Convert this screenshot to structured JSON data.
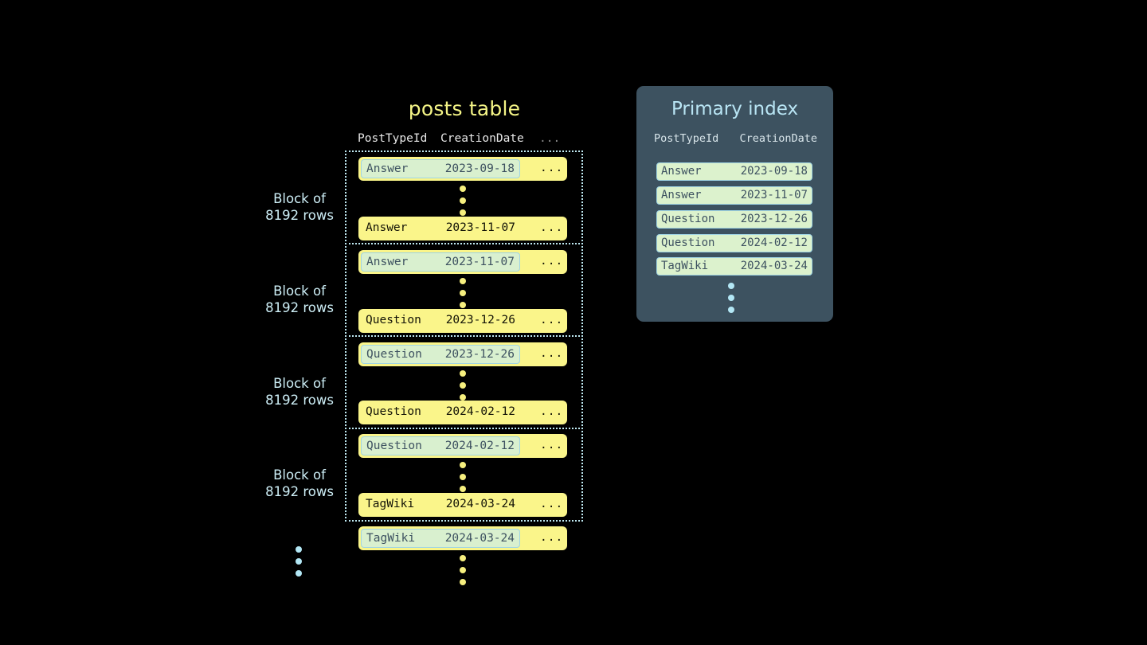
{
  "posts_table": {
    "title": "posts table",
    "columns": [
      "PostTypeId",
      "CreationDate"
    ],
    "ellipsis_column": "...",
    "blocks": [
      {
        "label_line1": "Block of",
        "label_line2": "8192 rows",
        "first_row": {
          "type": "Answer",
          "date": "2023-09-18",
          "ellipsis": "...",
          "highlight": true
        },
        "last_row": {
          "type": "Answer",
          "date": "2023-11-07",
          "ellipsis": "...",
          "highlight": false
        }
      },
      {
        "label_line1": "Block of",
        "label_line2": "8192 rows",
        "first_row": {
          "type": "Answer",
          "date": "2023-11-07",
          "ellipsis": "...",
          "highlight": true
        },
        "last_row": {
          "type": "Question",
          "date": "2023-12-26",
          "ellipsis": "...",
          "highlight": false
        }
      },
      {
        "label_line1": "Block of",
        "label_line2": "8192 rows",
        "first_row": {
          "type": "Question",
          "date": "2023-12-26",
          "ellipsis": "...",
          "highlight": true
        },
        "last_row": {
          "type": "Question",
          "date": "2024-02-12",
          "ellipsis": "...",
          "highlight": false
        }
      },
      {
        "label_line1": "Block of",
        "label_line2": "8192 rows",
        "first_row": {
          "type": "Question",
          "date": "2024-02-12",
          "ellipsis": "...",
          "highlight": true
        },
        "last_row": {
          "type": "TagWiki",
          "date": "2024-03-24",
          "ellipsis": "...",
          "highlight": false
        }
      }
    ],
    "trailing_row": {
      "type": "TagWiki",
      "date": "2024-03-24",
      "ellipsis": "...",
      "highlight": true
    }
  },
  "primary_index": {
    "title": "Primary index",
    "columns": [
      "PostTypeId",
      "CreationDate"
    ],
    "rows": [
      {
        "type": "Answer",
        "date": "2023-09-18"
      },
      {
        "type": "Answer",
        "date": "2023-11-07"
      },
      {
        "type": "Question",
        "date": "2023-12-26"
      },
      {
        "type": "Question",
        "date": "2024-02-12"
      },
      {
        "type": "TagWiki",
        "date": "2024-03-24"
      }
    ]
  },
  "colors": {
    "background": "#000000",
    "row_yellow": "#faf58a",
    "highlight_green": "#d9f0cf",
    "highlight_border": "#9fd4e4",
    "panel_slate": "#3d5260",
    "title_yellow": "#f4f486",
    "title_blue": "#b9e5f4",
    "label_blue": "#cdeef6",
    "dot_yellow": "#f6ef7e",
    "dot_blue": "#b3e7f5"
  }
}
